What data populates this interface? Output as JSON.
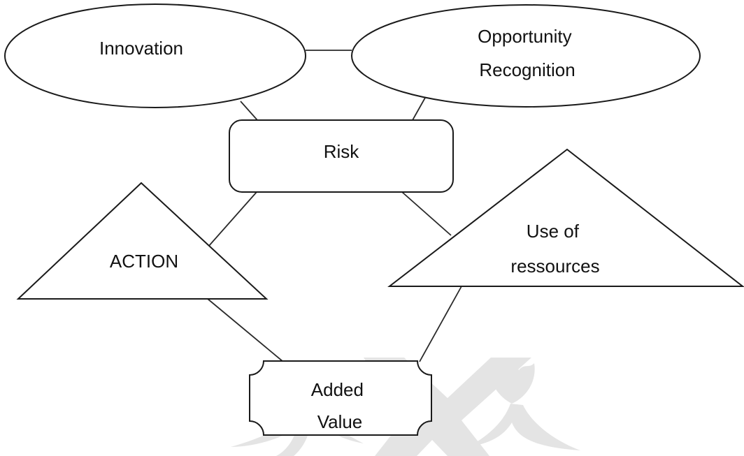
{
  "diagram": {
    "nodes": {
      "innovation": {
        "lines": [
          "Innovation"
        ]
      },
      "opportunity": {
        "lines": [
          "Opportunity",
          "Recognition"
        ]
      },
      "risk": {
        "lines": [
          "Risk"
        ]
      },
      "action": {
        "lines": [
          "ACTION"
        ]
      },
      "resources": {
        "lines": [
          "Use of",
          "ressources"
        ]
      },
      "added_value": {
        "lines": [
          "Added",
          "Value"
        ]
      }
    },
    "edges": [
      {
        "from": "innovation",
        "to": "opportunity"
      },
      {
        "from": "innovation",
        "to": "risk"
      },
      {
        "from": "opportunity",
        "to": "risk"
      },
      {
        "from": "risk",
        "to": "action"
      },
      {
        "from": "risk",
        "to": "resources"
      },
      {
        "from": "action",
        "to": "added_value"
      },
      {
        "from": "resources",
        "to": "added_value"
      }
    ]
  },
  "watermark": {
    "description_icon": "thistle-and-saltire-watermark-icon"
  }
}
